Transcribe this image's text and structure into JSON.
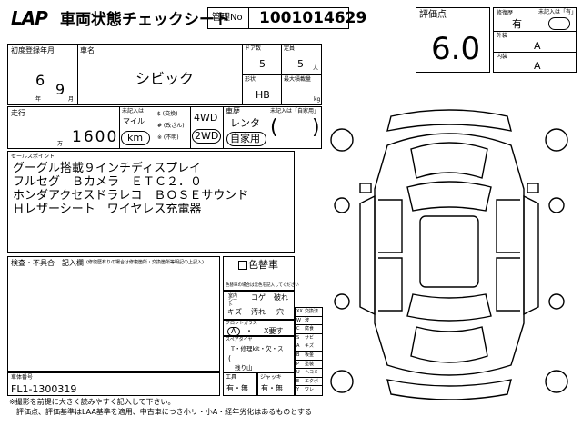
{
  "header": {
    "logo": "LAP",
    "title": "車両状態チェックシート",
    "mgmt_label": "管理No",
    "mgmt_no": "1001014629",
    "score_label": "評価点",
    "score": "6.0"
  },
  "grades": {
    "repair_label": "修復歴",
    "repair_value": "有",
    "unlisted_note": "未記入は「有」",
    "exterior_label": "外装",
    "exterior_value": "A",
    "interior_label": "内装",
    "interior_value": "A"
  },
  "vehicle": {
    "reg_label": "初度登録年月",
    "reg_month": "6",
    "reg_day": "9",
    "year_unit": "年",
    "month_unit": "月",
    "name_label": "車名",
    "name_value": "シビック",
    "doors_label": "ドア数",
    "doors_value": "5",
    "capacity_label": "定員",
    "capacity_value": "5",
    "capacity_unit": "人",
    "shape_label": "形状",
    "shape_value": "HB",
    "max_load_label": "最大積載量",
    "max_load_unit": "kg"
  },
  "mileage": {
    "label": "走行",
    "value": "1600",
    "unit_man": "万",
    "unlisted": "未記入は",
    "mile": "マイル",
    "km": "km",
    "exch": "$ (交換)",
    "tamper": "# (改ざん)",
    "unknown": "※ (不明)",
    "drive_4wd": "4WD",
    "drive_2wd": "2WD"
  },
  "usage": {
    "label": "車歴",
    "unlisted": "未記入は「自家用」",
    "rental": "レンタ",
    "private": "自家用",
    "paren_open": "(",
    "paren_close": ")"
  },
  "sales": {
    "label": "セールスポイント",
    "lines": [
      "グーグル搭載９インチディスプレイ",
      "フルセグ　Ｂカメラ　ＥＴＣ２．０",
      "ホンダアクセスドラレコ　ＢＯＳＥサウンド",
      "Ｈレザーシート　ワイヤレス充電器"
    ]
  },
  "inspection": {
    "label": "検査・不具合　記入欄",
    "note": "(修復歴有りの場合は修復箇所・交換箇所等明記の上記入)"
  },
  "color": {
    "label": "色替車",
    "note": "色替車の場合は元色を記入してください"
  },
  "interior_cond": {
    "label": "室内シート",
    "items": [
      "コゲ",
      "破れ",
      "キズ",
      "汚れ",
      "穴"
    ]
  },
  "windshield": {
    "label": "フロントガラス",
    "a": "A",
    "dot": "・",
    "x": "X要す"
  },
  "spare": {
    "label": "スペアタイヤ",
    "options": "T・修理kit・欠・ス",
    "note": "(",
    "remaining": "残り山"
  },
  "tools": {
    "label": "工具",
    "value": "有・無"
  },
  "jack": {
    "label": "ジャッキ",
    "value": "有・無"
  },
  "chassis": {
    "label": "車体番号",
    "value": "FL1-1300319"
  },
  "legend": [
    {
      "code": "XX",
      "text": "交換済"
    },
    {
      "code": "W",
      "text": "波"
    },
    {
      "code": "C",
      "text": "腐食"
    },
    {
      "code": "S",
      "text": "サビ"
    },
    {
      "code": "A",
      "text": "キズ"
    },
    {
      "code": "B",
      "text": "板金"
    },
    {
      "code": "P",
      "text": "塗装"
    },
    {
      "code": "U",
      "text": "ヘコミ"
    },
    {
      "code": "E",
      "text": "エクボ"
    },
    {
      "code": "Y",
      "text": "ワレ"
    }
  ],
  "footer": {
    "line1": "※撮影を前提に大きく読みやすく記入して下さい。",
    "line2": "評価点、評価基準はLAA基準を適用、中古車につき小リ・小A・経年劣化はあるものとする"
  }
}
